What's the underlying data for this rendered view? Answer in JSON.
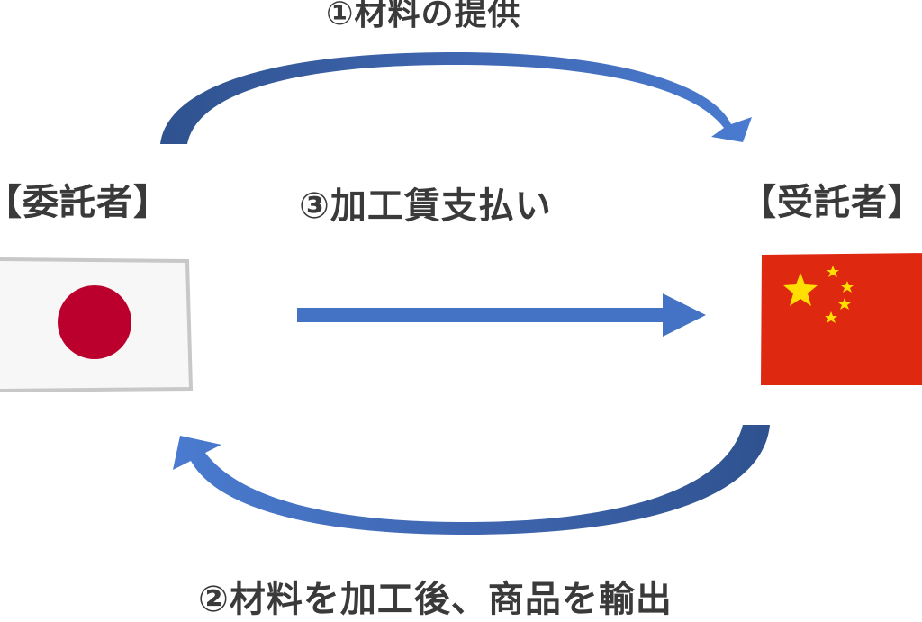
{
  "labels": {
    "step1": "①材料の提供",
    "step2": "②材料を加工後、商品を輸出",
    "step3": "③加工賃支払い",
    "consignor": "【委託者】",
    "consignee": "【受託者】"
  },
  "colors": {
    "arrow": "#4472c4",
    "arrow_dark": "#2f528f",
    "text": "#3a3a3a",
    "japan_red": "#bc002d",
    "china_red": "#de2910",
    "china_star": "#ffde00",
    "flag_border": "#c8c8c8"
  },
  "flags": {
    "left": "japan-flag",
    "right": "china-flag"
  }
}
